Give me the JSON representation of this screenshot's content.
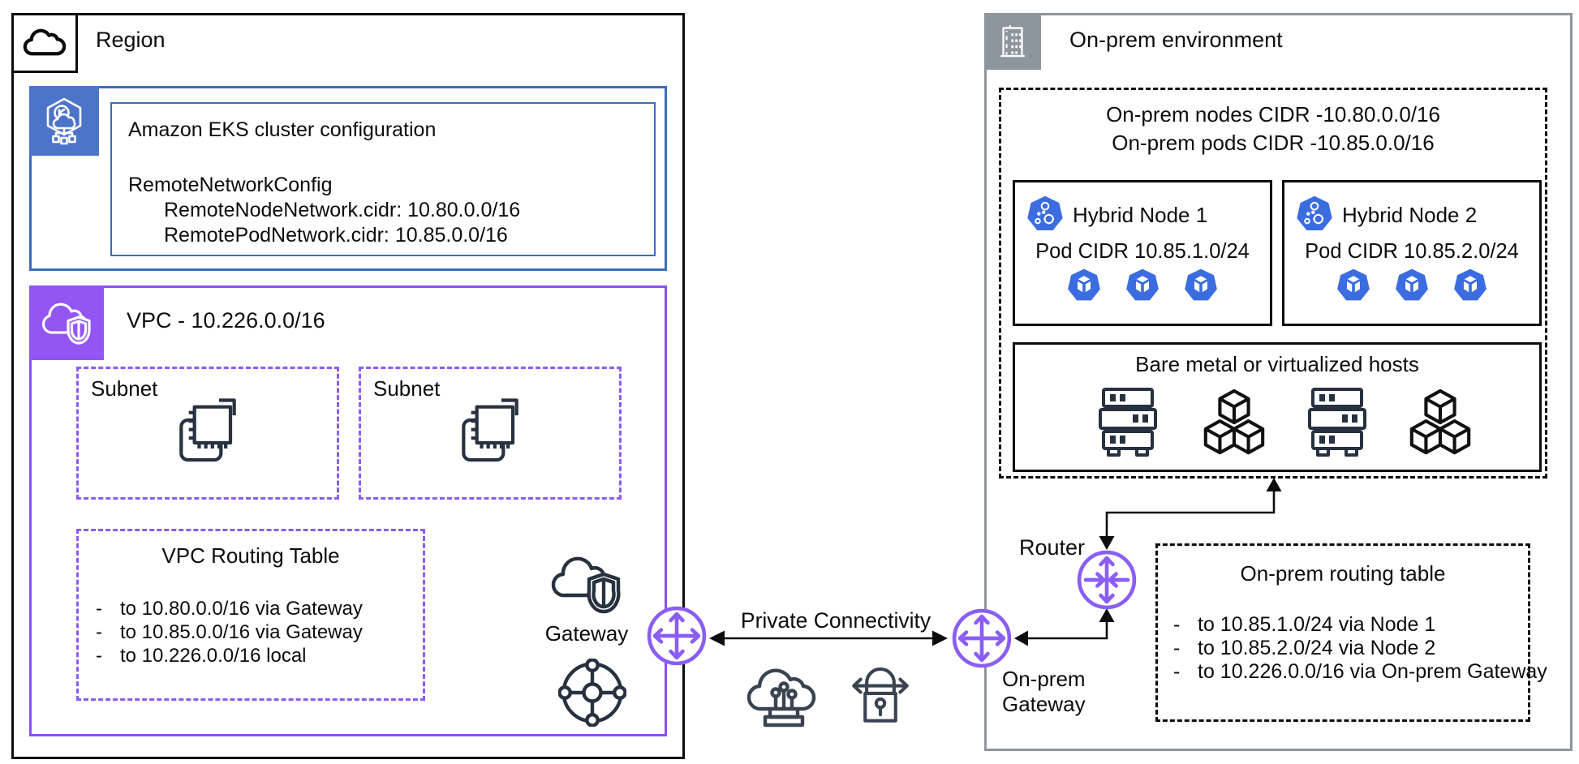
{
  "bullet": "-",
  "region": {
    "label": "Region",
    "eks": {
      "title": "Amazon EKS cluster configuration",
      "config_root": "RemoteNetworkConfig",
      "config_lines": [
        "RemoteNodeNetwork.cidr: 10.80.0.0/16",
        "RemotePodNetwork.cidr: 10.85.0.0/16"
      ]
    },
    "vpc": {
      "label": "VPC - 10.226.0.0/16",
      "subnet1_label": "Subnet",
      "subnet2_label": "Subnet",
      "routing_table": {
        "title": "VPC Routing Table",
        "routes": [
          "to 10.80.0.0/16 via Gateway",
          "to 10.85.0.0/16 via Gateway",
          "to 10.226.0.0/16 local"
        ]
      },
      "gateway_label": "Gateway"
    }
  },
  "connectivity": {
    "label": "Private Connectivity"
  },
  "onprem": {
    "label": "On-prem environment",
    "cidr_line1": "On-prem nodes CIDR -10.80.0.0/16",
    "cidr_line2": "On-prem pods CIDR -10.85.0.0/16",
    "node1": {
      "name": "Hybrid Node 1",
      "pod_cidr": "Pod CIDR 10.85.1.0/24"
    },
    "node2": {
      "name": "Hybrid Node 2",
      "pod_cidr": "Pod CIDR 10.85.2.0/24"
    },
    "hosts_label": "Bare metal or virtualized hosts",
    "router_label": "Router",
    "gateway_line1": "On-prem",
    "gateway_line2": "Gateway",
    "routing_table": {
      "title": "On-prem routing table",
      "routes": [
        "to 10.85.1.0/24 via Node 1",
        "to 10.85.2.0/24 via Node 2",
        "to 10.226.0.0/16 via On-prem Gateway"
      ]
    }
  },
  "colors": {
    "eks_blue_border": "#3d6db8",
    "eks_blue_fill": "#4c74c9",
    "kubernetes_blue": "#3b6ce0",
    "vpc_purple_border": "#8b50f0",
    "vpc_purple_fill": "#9355f3",
    "gateway_purple": "#8a5ef5",
    "onprem_gray": "#8d959d",
    "dark_icon": "#27313f",
    "text": "#0d0d0d"
  },
  "icons": [
    "cloud-icon",
    "eks-cluster-icon",
    "vpc-icon",
    "subnet-chip-icon",
    "vpc-shield-cloud-icon",
    "network-hub-icon",
    "gateway-circle-icon",
    "router-circle-icon",
    "cloud-fiber-icon",
    "vpn-lock-icon",
    "building-icon",
    "kubernetes-node-icon",
    "pod-icon",
    "server-rack-icon",
    "cubes-icon"
  ]
}
